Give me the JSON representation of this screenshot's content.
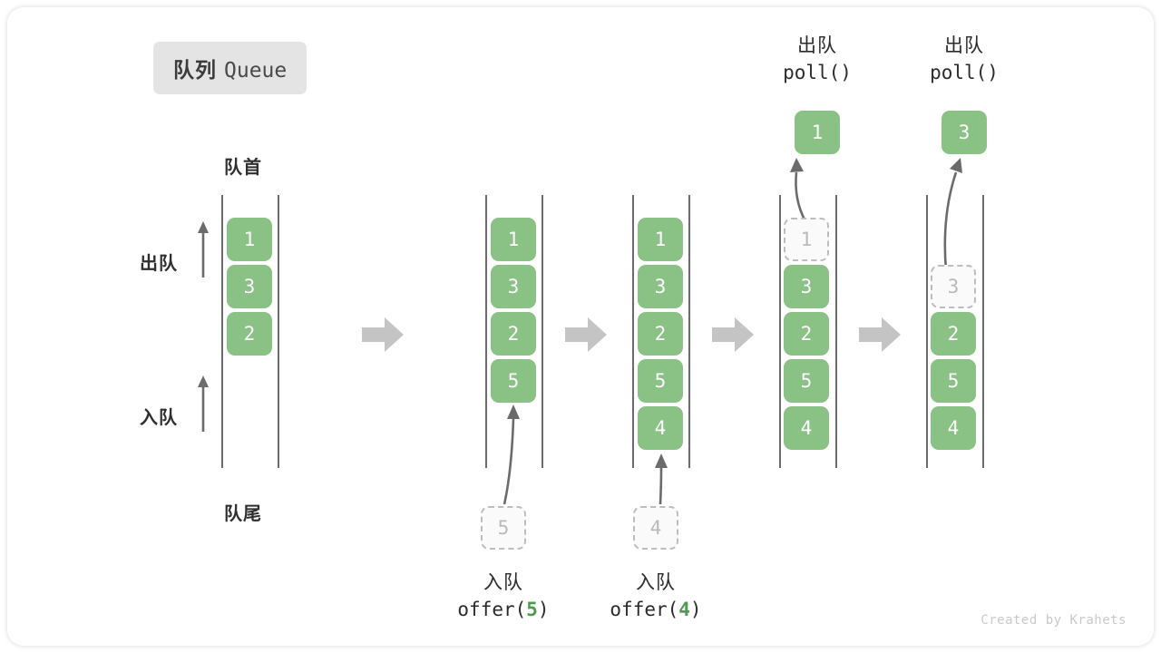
{
  "title": {
    "cn": "队列",
    "en": "Queue"
  },
  "labels": {
    "head": "队首",
    "tail": "队尾",
    "dequeue": "出队",
    "enqueue": "入队"
  },
  "footer": "Created by Krahets",
  "colors": {
    "node_fill": "#8ac185",
    "node_text": "#ffffff",
    "ghost_border": "#bdbdbd",
    "ghost_text": "#b9b9b9",
    "rail": "#4b4b4b",
    "step_arrow": "#c4c4c4",
    "badge_bg": "#e4e4e4",
    "pointer_arrow": "#6b6b6b",
    "accent_green_text": "#4e9a51"
  },
  "columns": [
    {
      "id": "state-initial",
      "nodes": [
        {
          "value": "1",
          "state": "filled"
        },
        {
          "value": "3",
          "state": "filled"
        },
        {
          "value": "2",
          "state": "filled"
        }
      ]
    },
    {
      "id": "state-after-offer-5",
      "nodes": [
        {
          "value": "1",
          "state": "filled"
        },
        {
          "value": "3",
          "state": "filled"
        },
        {
          "value": "2",
          "state": "filled"
        },
        {
          "value": "5",
          "state": "filled"
        }
      ],
      "incoming": {
        "value": "5",
        "state": "ghost"
      },
      "caption": {
        "cn": "入队",
        "fn": "offer(",
        "num": "5",
        "fn_end": ")"
      }
    },
    {
      "id": "state-after-offer-4",
      "nodes": [
        {
          "value": "1",
          "state": "filled"
        },
        {
          "value": "3",
          "state": "filled"
        },
        {
          "value": "2",
          "state": "filled"
        },
        {
          "value": "5",
          "state": "filled"
        },
        {
          "value": "4",
          "state": "filled"
        }
      ],
      "incoming": {
        "value": "4",
        "state": "ghost"
      },
      "caption": {
        "cn": "入队",
        "fn": "offer(",
        "num": "4",
        "fn_end": ")"
      }
    },
    {
      "id": "state-after-poll-1",
      "nodes": [
        {
          "value": "1",
          "state": "ghost"
        },
        {
          "value": "3",
          "state": "filled"
        },
        {
          "value": "2",
          "state": "filled"
        },
        {
          "value": "5",
          "state": "filled"
        },
        {
          "value": "4",
          "state": "filled"
        }
      ],
      "outgoing": {
        "value": "1",
        "state": "filled"
      },
      "header": {
        "cn": "出队",
        "code": "poll()"
      }
    },
    {
      "id": "state-after-poll-3",
      "nodes": [
        {
          "value": "",
          "state": "empty"
        },
        {
          "value": "3",
          "state": "ghost"
        },
        {
          "value": "2",
          "state": "filled"
        },
        {
          "value": "5",
          "state": "filled"
        },
        {
          "value": "4",
          "state": "filled"
        }
      ],
      "outgoing": {
        "value": "3",
        "state": "filled"
      },
      "header": {
        "cn": "出队",
        "code": "poll()"
      }
    }
  ],
  "step_arrows": [
    {
      "id": "step-arrow-1"
    },
    {
      "id": "step-arrow-2"
    },
    {
      "id": "step-arrow-3"
    },
    {
      "id": "step-arrow-4"
    }
  ]
}
